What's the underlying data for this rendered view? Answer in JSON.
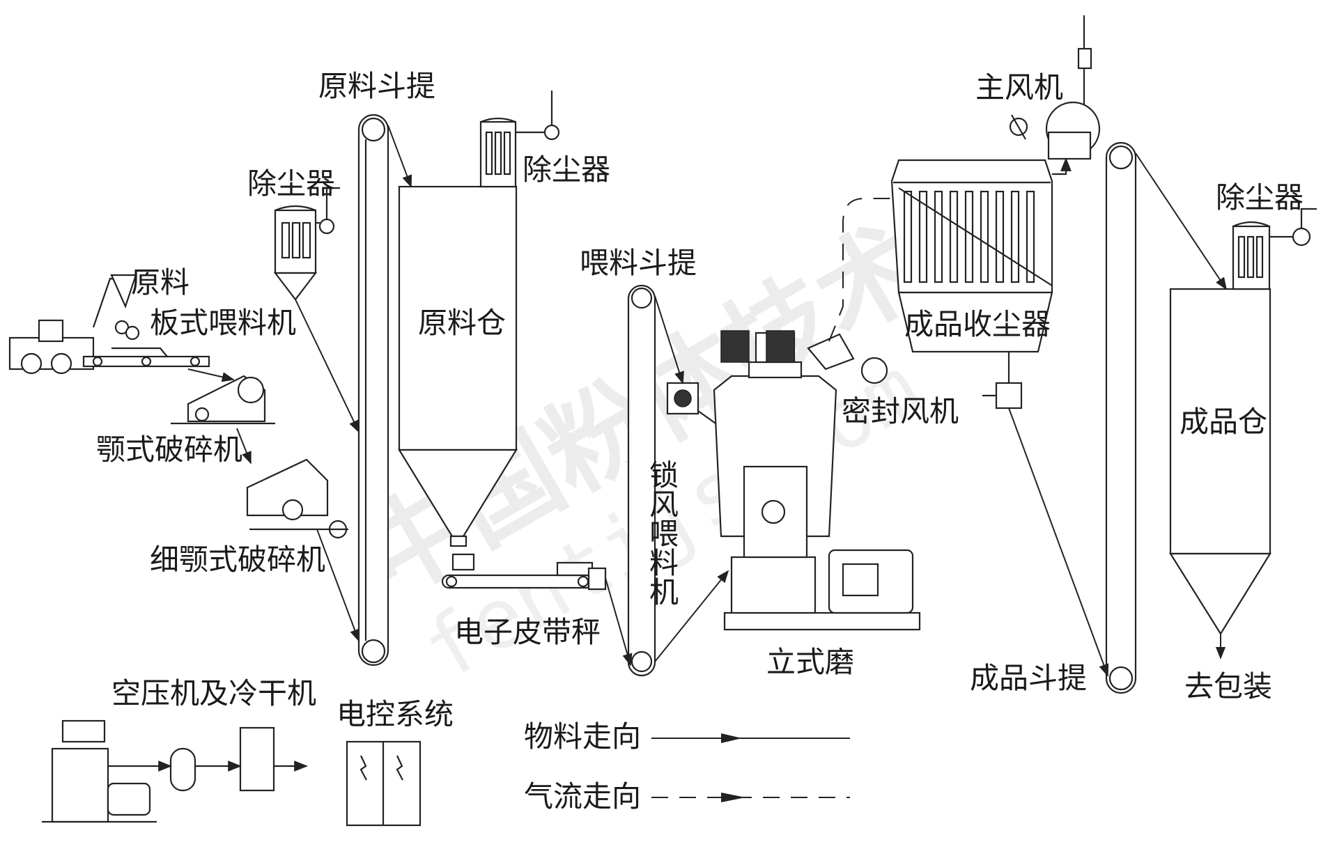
{
  "labels": {
    "raw_material": "原料",
    "plate_feeder": "板式喂料机",
    "jaw_crusher": "颚式破碎机",
    "fine_jaw_crusher": "细颚式破碎机",
    "dust_collector_1": "除尘器",
    "raw_bucket_elevator": "原料斗提",
    "raw_silo": "原料仓",
    "dust_collector_2": "除尘器",
    "belt_scale": "电子皮带秤",
    "feed_bucket_elevator": "喂料斗提",
    "airlock_feeder": "锁风喂料机",
    "vertical_mill": "立式磨",
    "seal_fan": "密封风机",
    "main_fan": "主风机",
    "product_collector": "成品收尘器",
    "product_bucket_elevator": "成品斗提",
    "dust_collector_3": "除尘器",
    "product_silo": "成品仓",
    "to_packing": "去包装",
    "air_compressor_dryer": "空压机及冷干机",
    "electric_control": "电控系统"
  },
  "legend": {
    "material_flow": "物料走向",
    "air_flow": "气流走向"
  },
  "watermark": {
    "cn": "中国粉体技术网",
    "en": "fentijs.com"
  }
}
